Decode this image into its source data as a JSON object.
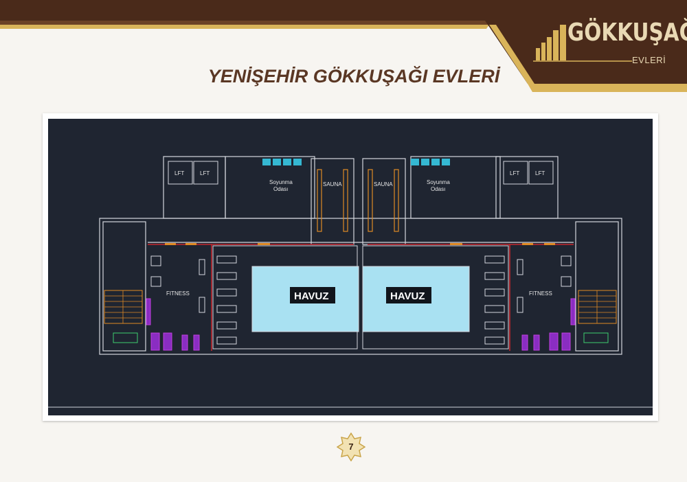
{
  "brand": {
    "name": "GÖKKUŞAĞI",
    "sub": "EVLERİ",
    "colors": {
      "dark_brown": "#4a2a1a",
      "gold": "#d9b45a",
      "cream": "#e9d9b4"
    }
  },
  "title": "YENİŞEHİR GÖKKUŞAĞI EVLERİ",
  "plan": {
    "background": "#1f2531",
    "pool_color": "#a9e1f2",
    "labels": {
      "pool_left": "HAVUZ",
      "pool_right": "HAVUZ",
      "sauna_left": "SAUNA",
      "sauna_right": "SAUNA",
      "changing_left_1": "Soyunma",
      "changing_left_2": "Odası",
      "changing_right_1": "Soyunma",
      "changing_right_2": "Odası",
      "fitness_left": "FITNESS",
      "fitness_right": "FITNESS",
      "lift_1": "LFT",
      "lift_2": "LFT",
      "lift_3": "LFT",
      "lift_4": "LFT"
    }
  },
  "page_number": "7"
}
